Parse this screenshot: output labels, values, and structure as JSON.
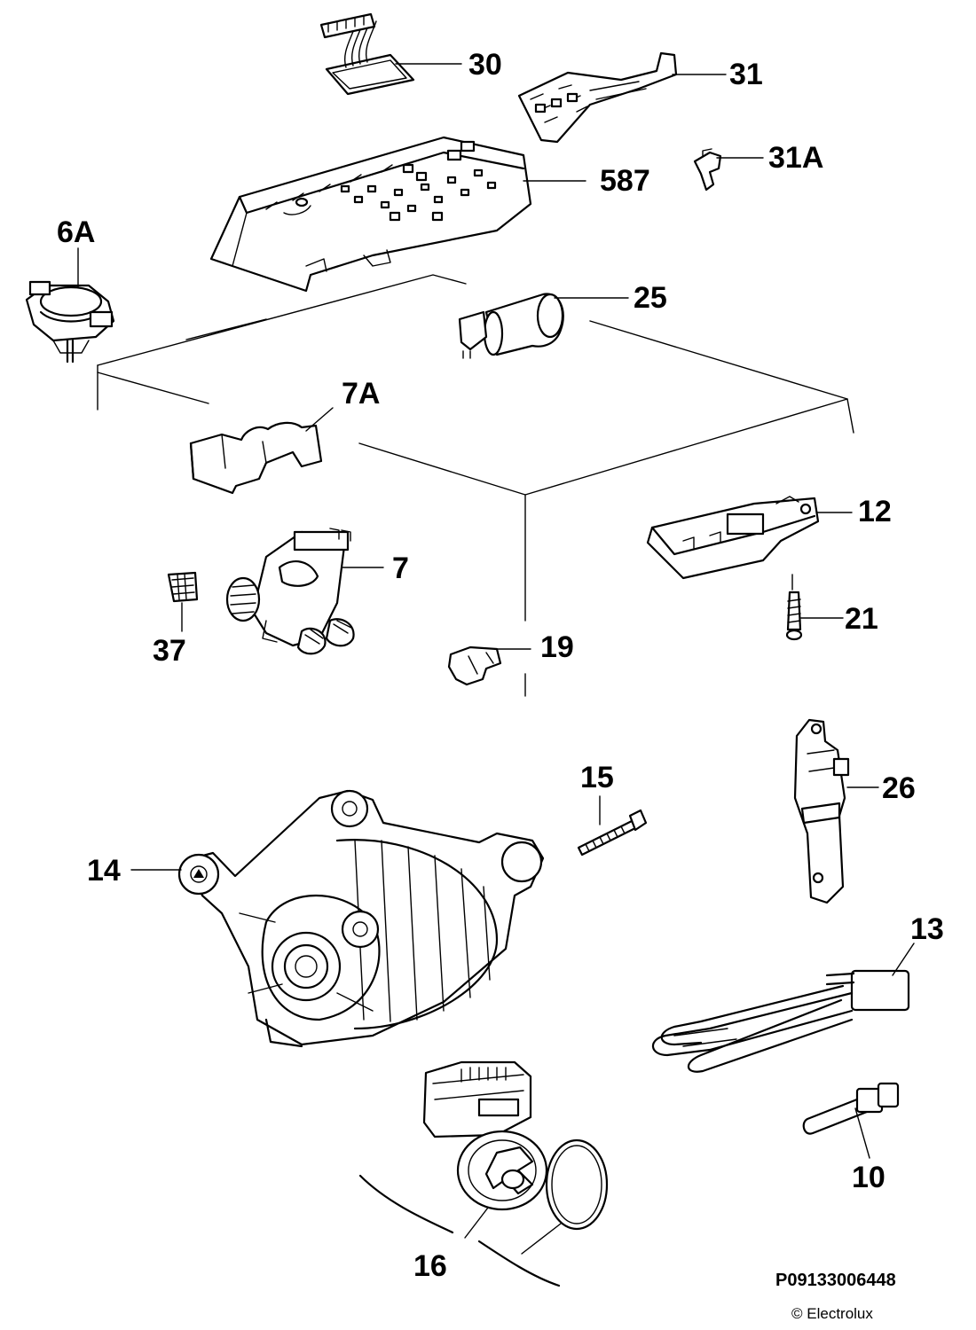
{
  "diagram": {
    "parts": [
      {
        "id": "p30",
        "label": "30"
      },
      {
        "id": "p31",
        "label": "31"
      },
      {
        "id": "p31a",
        "label": "31A"
      },
      {
        "id": "p587",
        "label": "587"
      },
      {
        "id": "p6a",
        "label": "6A"
      },
      {
        "id": "p25",
        "label": "25"
      },
      {
        "id": "p7a",
        "label": "7A"
      },
      {
        "id": "p12",
        "label": "12"
      },
      {
        "id": "p7",
        "label": "7"
      },
      {
        "id": "p21",
        "label": "21"
      },
      {
        "id": "p37",
        "label": "37"
      },
      {
        "id": "p19",
        "label": "19"
      },
      {
        "id": "p15",
        "label": "15"
      },
      {
        "id": "p26",
        "label": "26"
      },
      {
        "id": "p14",
        "label": "14"
      },
      {
        "id": "p13",
        "label": "13"
      },
      {
        "id": "p10",
        "label": "10"
      },
      {
        "id": "p16",
        "label": "16"
      }
    ],
    "document_code": "P09133006448",
    "copyright": "© Electrolux"
  }
}
